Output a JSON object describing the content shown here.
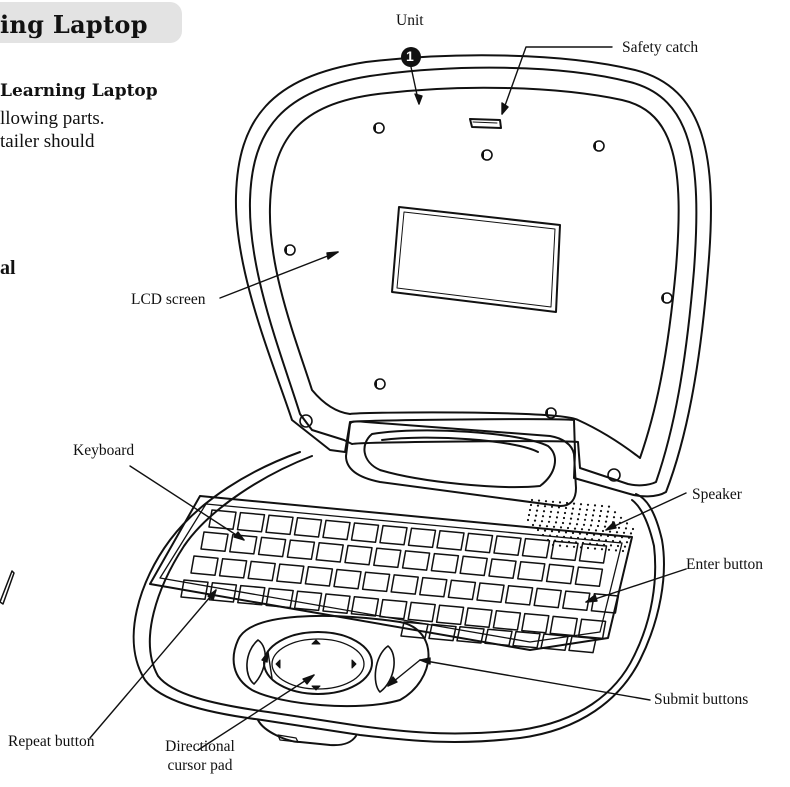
{
  "header": {
    "title": "ing Laptop"
  },
  "intro": {
    "bold_line": "Learning Laptop",
    "line1": "llowing parts.",
    "line2": "tailer should",
    "side_bold": "al"
  },
  "marker": {
    "number": "1"
  },
  "labels": {
    "unit": "Unit",
    "safety_catch": "Safety catch",
    "lcd_screen": "LCD screen",
    "keyboard": "Keyboard",
    "speaker": "Speaker",
    "enter_button": "Enter button",
    "repeat_button": "Repeat button",
    "submit_buttons": "Submit buttons",
    "directional_line1": "Directional",
    "directional_line2": "cursor pad"
  },
  "colors": {
    "tab_background": "#e3e3e3",
    "line": "#111111"
  }
}
